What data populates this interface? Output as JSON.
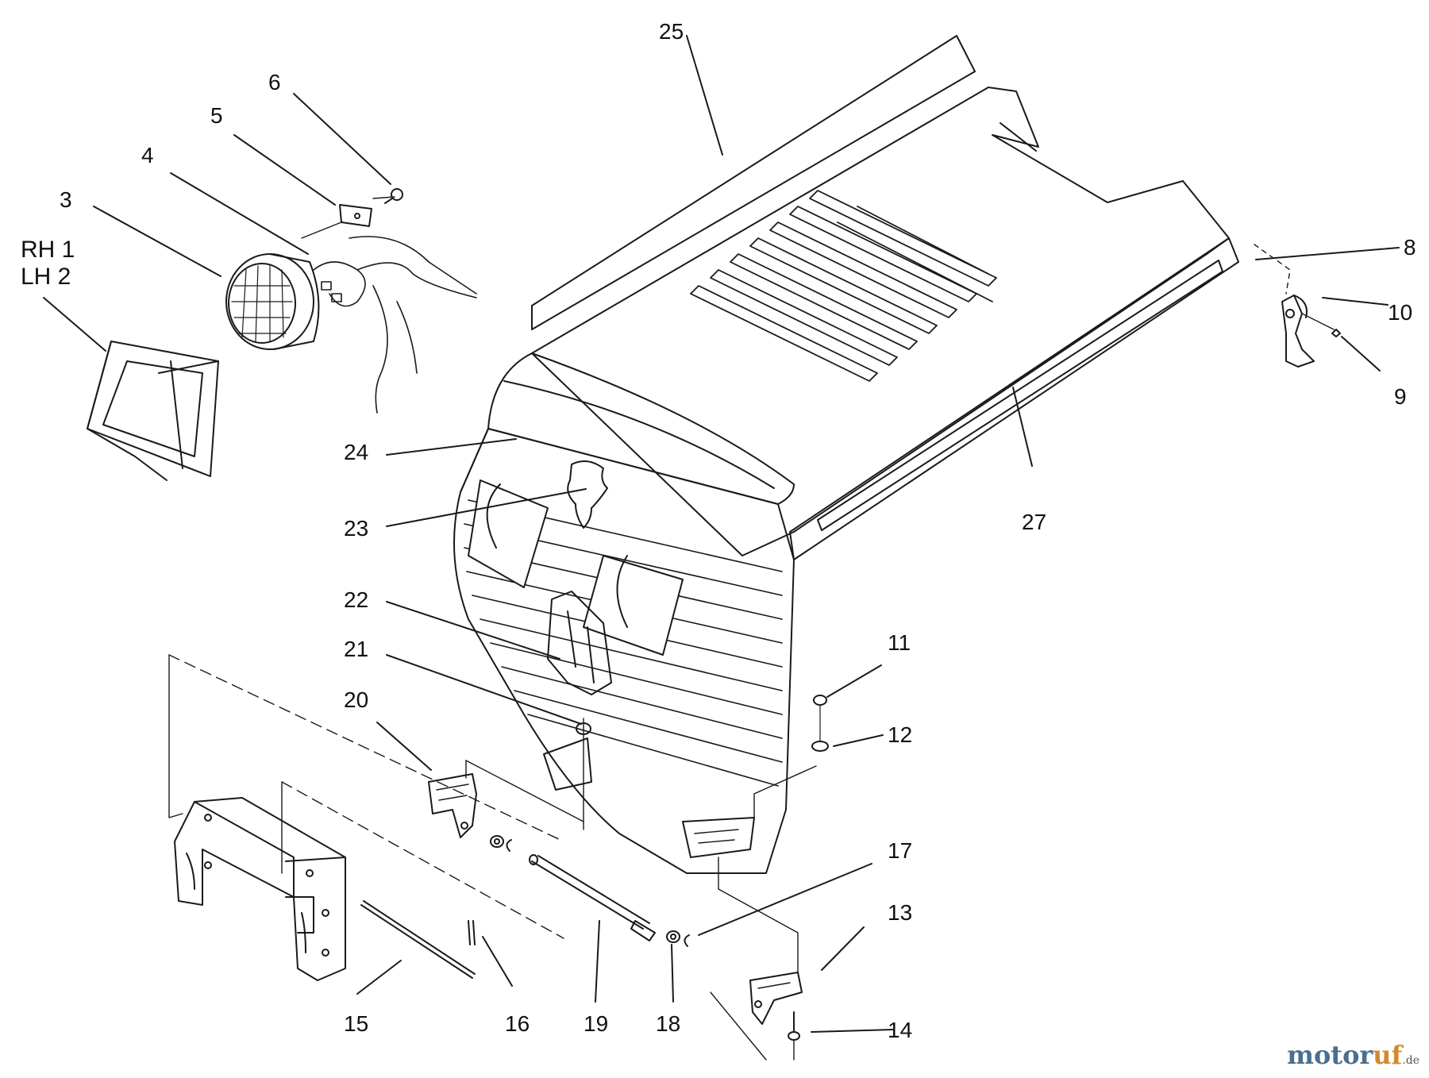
{
  "diagram": {
    "callouts": {
      "c1_2_rh": "RH 1",
      "c1_2_lh": "LH 2",
      "c3": "3",
      "c4": "4",
      "c5": "5",
      "c6": "6",
      "c8": "8",
      "c9": "9",
      "c10": "10",
      "c11": "11",
      "c12": "12",
      "c13": "13",
      "c14": "14",
      "c15": "15",
      "c16": "16",
      "c17": "17",
      "c18": "18",
      "c19": "19",
      "c20": "20",
      "c21": "21",
      "c22": "22",
      "c23": "23",
      "c24": "24",
      "c25": "25",
      "c27": "27"
    }
  },
  "watermark": {
    "brand_a": "motor",
    "brand_b": "uf",
    "tld": ".de"
  },
  "colors": {
    "line": "#1a1a1a",
    "watermark_blue": "#4a6f8f",
    "watermark_orange": "#d28a2e"
  }
}
